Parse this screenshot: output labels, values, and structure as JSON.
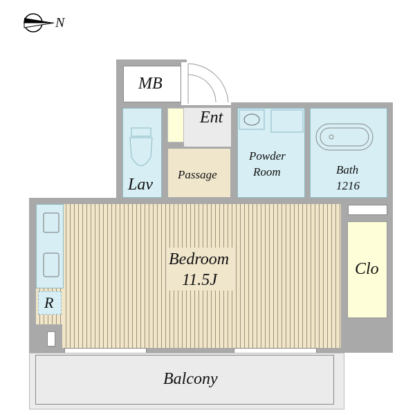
{
  "compass": {
    "label": "N"
  },
  "rooms": {
    "mb": "MB",
    "ent": "Ent",
    "lav": "Lav",
    "passage": "Passage",
    "powder_room_line1": "Powder",
    "powder_room_line2": "Room",
    "bath_line1": "Bath",
    "bath_line2": "1216",
    "bedroom_line1": "Bedroom",
    "bedroom_line2": "11.5J",
    "clo": "Clo",
    "r": "R",
    "balcony": "Balcony"
  },
  "colors": {
    "wall": "#a9a9a9",
    "wet": "#d6eef4",
    "floor": "#f2e6c8",
    "closet": "#fefed8",
    "balcony": "#ebebeb"
  }
}
